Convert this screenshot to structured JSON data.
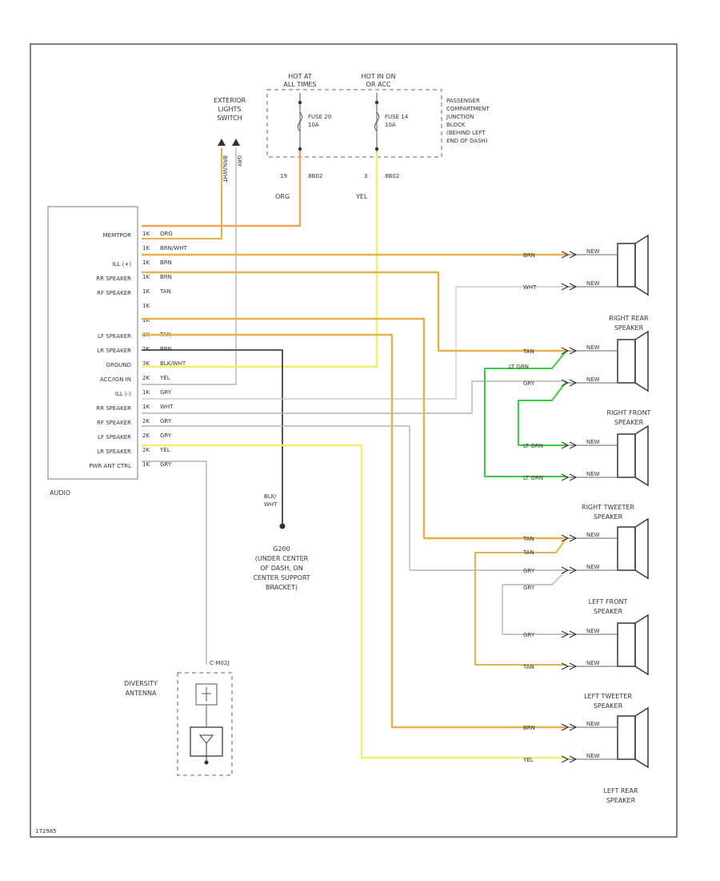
{
  "colors": {
    "frame": "#555555",
    "orange": "#f5a15a",
    "tan": "#e8b24a",
    "yellow": "#f2f06a",
    "green": "#36d13a",
    "gray": "#b4b4b4",
    "black": "#333333"
  },
  "labels": {
    "exterior_lights_switch": [
      "EXTERIOR",
      "LIGHTS",
      "SWITCH"
    ],
    "hot_at_all_times": [
      "HOT AT",
      "ALL TIMES"
    ],
    "hot_in_on": [
      "HOT IN ON",
      "OR ACC"
    ],
    "fuse_20": [
      "FUSE 20",
      "10A"
    ],
    "fuse_14": [
      "FUSE 14",
      "10A"
    ],
    "junction_block": [
      "PASSENGER",
      "COMPARTMENT",
      "JUNCTION",
      "BLOCK",
      "(BEHIND LEFT",
      "END OF DASH)"
    ],
    "wire_19": "19",
    "wire_19_code": ".8B02",
    "wire_3": "3",
    "wire_3_code": ".8B02",
    "org": "ORG",
    "yel": "YEL",
    "dim_wire_1": "BRN/WHT",
    "dim_wire_2": "GRY",
    "audio": "AUDIO",
    "ground_wire": [
      "BLK/",
      "WHT"
    ],
    "g_location": [
      "G200",
      "(UNDER CENTER",
      "OF DASH, ON",
      "CENTER SUPPORT",
      "BRACKET)"
    ],
    "diversity_antenna": [
      "DIVERSITY",
      "ANTENNA"
    ],
    "antenna_conn": "C-M02J",
    "right_rear": [
      "RIGHT REAR",
      "SPEAKER"
    ],
    "right_front": [
      "RIGHT FRONT",
      "SPEAKER"
    ],
    "right_tweeter": [
      "RIGHT TWEETER",
      "SPEAKER"
    ],
    "left_front": [
      "LEFT FRONT",
      "SPEAKER"
    ],
    "left_tweeter": [
      "LEFT TWEETER",
      "SPEAKER"
    ],
    "left_rear": [
      "LEFT REAR",
      "SPEAKER"
    ],
    "footer": "172985"
  },
  "pins": [
    {
      "name": "MEMTPOR",
      "pin": "1K",
      "wire": "ORG"
    },
    {
      "name": "",
      "pin": "1K",
      "wire": "BRN/WHT"
    },
    {
      "name": "ILL (+)",
      "pin": "1K",
      "wire": "BRN"
    },
    {
      "name": "RR SPEAKER",
      "pin": "1K",
      "wire": "BRN"
    },
    {
      "name": "RF SPEAKER",
      "pin": "1K",
      "wire": "TAN"
    },
    {
      "name": "",
      "pin": "1K",
      "wire": ""
    },
    {
      "name": "",
      "pin": "1K",
      "wire": ""
    },
    {
      "name": "LF SPEAKER",
      "pin": "1K",
      "wire": "TAN"
    },
    {
      "name": "LR SPEAKER",
      "pin": "2K",
      "wire": "BRN"
    },
    {
      "name": "GROUND",
      "pin": "3K",
      "wire": "BLK/WHT"
    },
    {
      "name": "ACC/IGN IN",
      "pin": "2K",
      "wire": "YEL"
    },
    {
      "name": "ILL (-)",
      "pin": "1K",
      "wire": "GRY"
    },
    {
      "name": "RR SPEAKER",
      "pin": "1K",
      "wire": "WHT"
    },
    {
      "name": "RF SPEAKER",
      "pin": "2K",
      "wire": "GRY"
    },
    {
      "name": "LF SPEAKER",
      "pin": "2K",
      "wire": "GRY"
    },
    {
      "name": "LR SPEAKER",
      "pin": "2K",
      "wire": "YEL"
    },
    {
      "name": "PWR ANT CTRL",
      "pin": "1K",
      "wire": "GRY"
    }
  ],
  "speaker_wires": [
    {
      "wire": "BRN",
      "mid": "NEW"
    },
    {
      "wire": "WHT",
      "mid": "NEW"
    },
    {
      "wire": "TAN",
      "mid": "NEW"
    },
    {
      "wire": "GRY",
      "mid": "NEW"
    },
    {
      "wire": "LT GRN",
      "mid": "NEW"
    },
    {
      "wire": "LT GRN",
      "mid": "NEW"
    },
    {
      "wire": "TAN",
      "mid": "NEW"
    },
    {
      "wire": "GRY",
      "mid": "NEW"
    },
    {
      "wire": "GRY",
      "mid": "NEW"
    },
    {
      "wire": "TAN",
      "mid": "NEW"
    },
    {
      "wire": "BRN",
      "mid": "NEW"
    },
    {
      "wire": "YEL",
      "mid": "NEW"
    }
  ],
  "extra_wire_labels": {
    "lt_grn_top": "LT GRN",
    "tan_mid": "TAN",
    "gry_mid": "GRY"
  }
}
